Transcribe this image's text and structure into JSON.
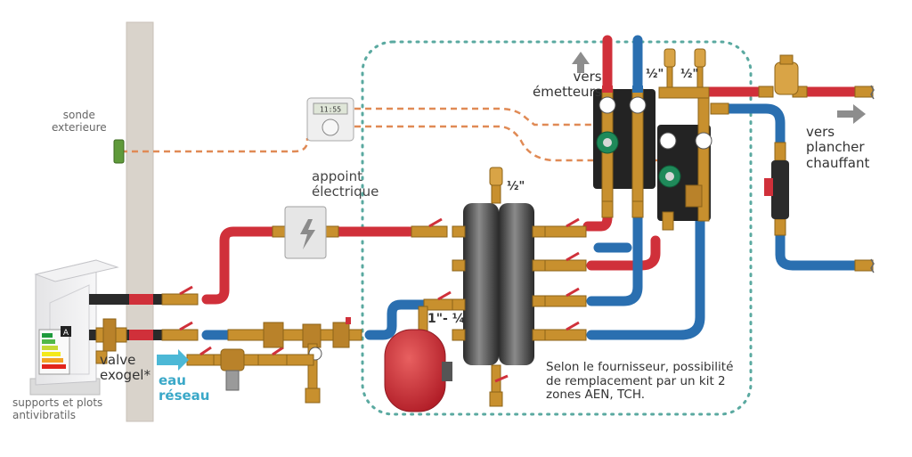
{
  "labels": {
    "sonde": "sonde\nexterieure",
    "appoint": "appoint\nélectrique",
    "vers_emetteurs": "vers\németteurs",
    "vers_plancher": "vers\nplancher\nchauffant",
    "valve": "valve\nexogel*",
    "eau_reseau": "eau\nréseau",
    "supports": "supports et plots\nantivibratils",
    "half_top": "½\"",
    "half_a": "½\"",
    "half_b": "½\"",
    "expansion_size": "1\"- ¼",
    "note": "Selon le fournisseur, possibilité\nde remplacement par un kit 2\nzones AEN, TCH.",
    "thermostat_display": "11:55",
    "energy_label": "A"
  },
  "colors": {
    "hot_pipe": "#d0303a",
    "cold_pipe": "#2a6fb0",
    "signal_wire": "#e08a55",
    "zone_border": "#5aa9a0",
    "wall": "#d9d3cb",
    "brass": "#c8902e",
    "eau_reseau_arrow": "#4cb8d6"
  }
}
